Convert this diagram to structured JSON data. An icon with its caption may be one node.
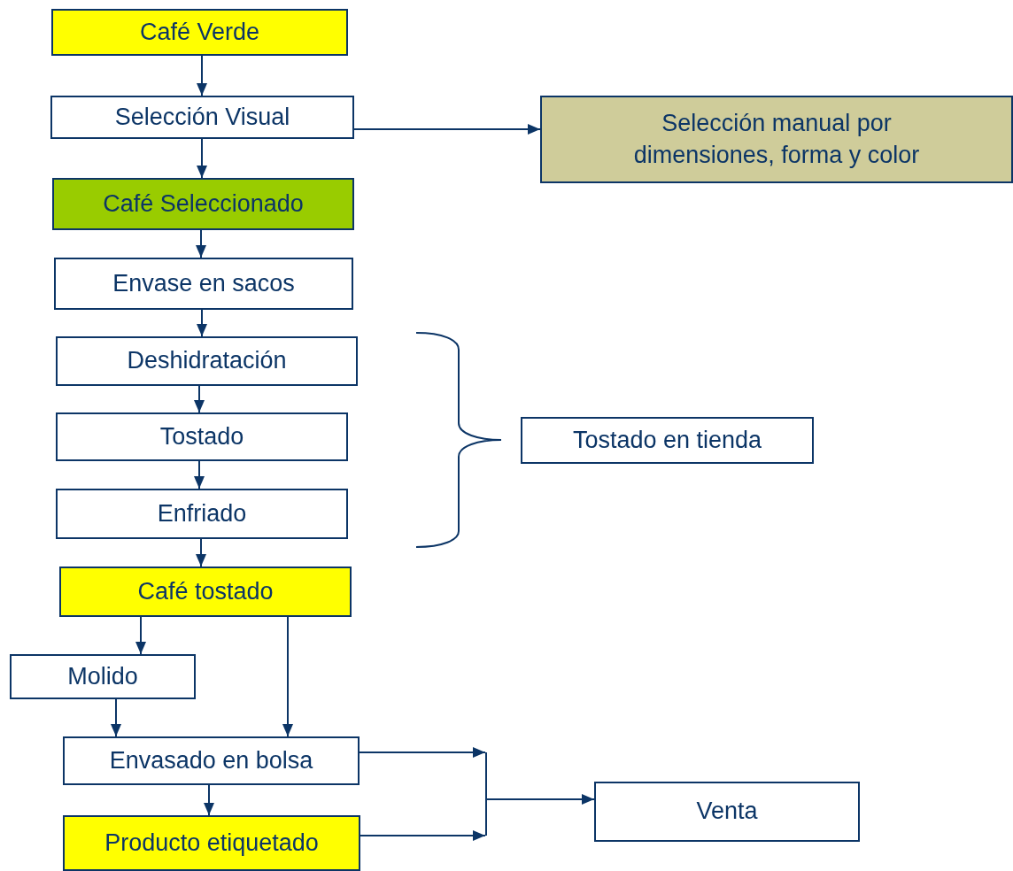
{
  "diagram": {
    "nodes": [
      {
        "text": [
          "Café Verde"
        ]
      },
      {
        "text": [
          "Selección Visual"
        ]
      },
      {
        "text": [
          "Selección manual por dimensiones, forma y color"
        ]
      },
      {
        "text": [
          "Café Seleccionado"
        ]
      },
      {
        "text": [
          "Envase en sacos"
        ]
      },
      {
        "text": [
          "Deshidratación"
        ]
      },
      {
        "text": [
          "Tostado"
        ]
      },
      {
        "text": [
          "Enfriado"
        ]
      },
      {
        "text": [
          "Tostado en tienda"
        ]
      },
      {
        "text": [
          "Café tostado"
        ]
      },
      {
        "text": [
          "Molido"
        ]
      },
      {
        "text": [
          "Envasado en bolsa"
        ]
      },
      {
        "text": [
          "Producto etiquetado"
        ]
      },
      {
        "text": [
          "Venta"
        ]
      }
    ],
    "edges": [
      {
        "from": 0,
        "to": 1,
        "arrow": "to"
      },
      {
        "from": 1,
        "to": 2,
        "arrow": "to"
      },
      {
        "from": 1,
        "to": 3,
        "arrow": "to"
      },
      {
        "from": 3,
        "to": 4,
        "arrow": "to"
      },
      {
        "from": 4,
        "to": 5,
        "arrow": "to"
      },
      {
        "from": 5,
        "to": 6,
        "arrow": "to"
      },
      {
        "from": 6,
        "to": 7,
        "arrow": "to"
      },
      {
        "from": 7,
        "to": 9,
        "arrow": "to"
      },
      {
        "from": 9,
        "to": 10,
        "arrow": "to"
      },
      {
        "from": 9,
        "to": 11,
        "arrow": "to"
      },
      {
        "from": 10,
        "to": 11,
        "arrow": "to"
      },
      {
        "from": 11,
        "to": 12,
        "arrow": "to"
      },
      {
        "from": 11,
        "to": 13,
        "arrow": "to"
      },
      {
        "from": 12,
        "to": 13,
        "arrow": "to"
      }
    ]
  }
}
